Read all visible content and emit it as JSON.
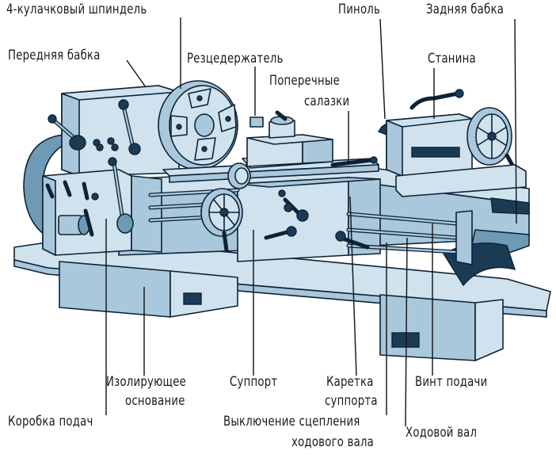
{
  "labels": {
    "spindle": "4-кулачковый шпиндель",
    "pinol": "Пиноль",
    "tailstock": "Задняя бабка",
    "headstock": "Передняя бабка",
    "toolholder": "Резцедержатель",
    "bed": "Станина",
    "cross_slide_1": "Поперечные",
    "cross_slide_2": "салазки",
    "base_1": "Изолирующее",
    "base_2": "основание",
    "carriage_unit": "Суппорт",
    "apron_1": "Каретка",
    "apron_2": "суппорта",
    "leadscrew": "Винт подачи",
    "gearbox": "Коробка подач",
    "clutch_1": "Выключение сцепления",
    "clutch_2": "ходового вала",
    "feed_shaft": "Ходовой вал"
  },
  "colors": {
    "fill_light": "#cfe2ee",
    "fill_mid": "#a9c8dc",
    "fill_dark": "#6f9ab5",
    "shadow": "#1b3b55",
    "outline": "#0e2236",
    "leader": "#111111"
  }
}
